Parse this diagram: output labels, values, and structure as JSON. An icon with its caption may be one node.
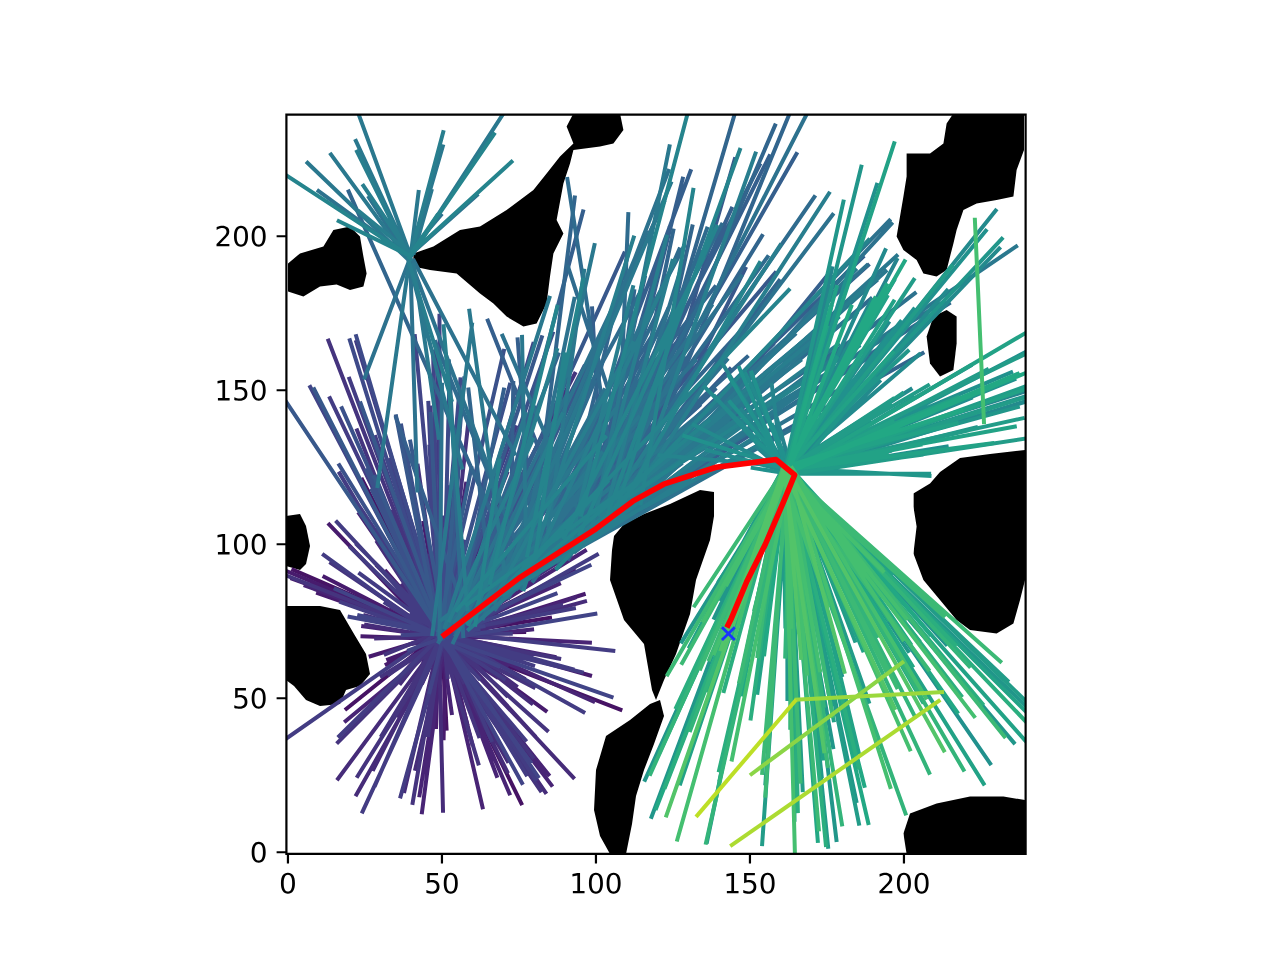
{
  "diagram": {
    "chart_data": {
      "type": "line",
      "xlim": [
        -0.5,
        239.5
      ],
      "ylim": [
        -0.5,
        239.5
      ],
      "xticks": [
        0,
        50,
        100,
        150,
        200
      ],
      "yticks": [
        0,
        50,
        100,
        150,
        200
      ],
      "x": [
        50,
        75,
        100,
        112,
        122,
        139,
        158.5,
        164.5,
        161,
        155,
        149,
        144,
        142.5
      ],
      "series": [
        {
          "color": "#ff0000",
          "values": [
            70,
            89,
            105,
            114,
            119.5,
            125,
            127.5,
            122.5,
            114,
            100,
            88,
            76,
            73
          ]
        }
      ]
    }
  }
}
